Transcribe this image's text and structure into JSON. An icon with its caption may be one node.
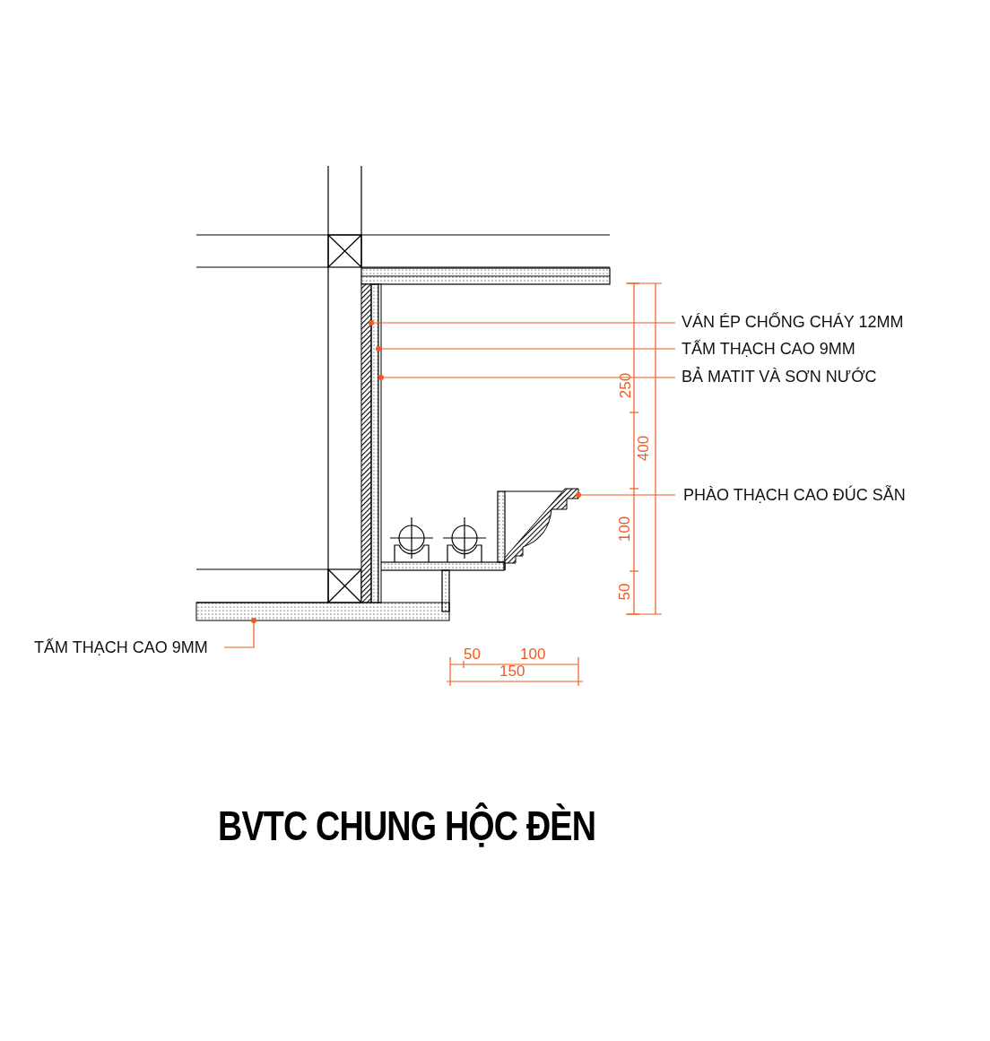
{
  "diagram": {
    "title": "BVTC CHUNG HỘC ĐÈN",
    "nodes": [
      {
        "text": [
          "VÁN ÉP CHỐNG CHÁY 12MM"
        ]
      },
      {
        "text": [
          "TẤM THẠCH CAO 9MM"
        ]
      },
      {
        "text": [
          "BẢ MATIT VÀ SƠN NƯỚC"
        ]
      },
      {
        "text": [
          "PHÀO THẠCH CAO ĐÚC SẴN"
        ]
      },
      {
        "text": [
          "TẤM THẠCH CAO 9MM"
        ]
      },
      {
        "text": [],
        "shape": "bar"
      },
      {
        "text": [],
        "shape": "bar"
      },
      {
        "text": [],
        "shape": "bar"
      },
      {
        "text": [],
        "shape": "picture"
      },
      {
        "text": [],
        "shape": "bar"
      }
    ],
    "edges": [
      {
        "from": 0,
        "to": 5,
        "arrow": "other"
      },
      {
        "from": 1,
        "to": 6,
        "arrow": "other"
      },
      {
        "from": 2,
        "to": 7,
        "arrow": "other"
      },
      {
        "from": 3,
        "to": 8,
        "arrow": "other"
      },
      {
        "from": 4,
        "to": 9,
        "arrow": "other"
      }
    ],
    "labels": [
      "250",
      "400",
      "100",
      "50",
      "50",
      "100",
      "150"
    ]
  }
}
